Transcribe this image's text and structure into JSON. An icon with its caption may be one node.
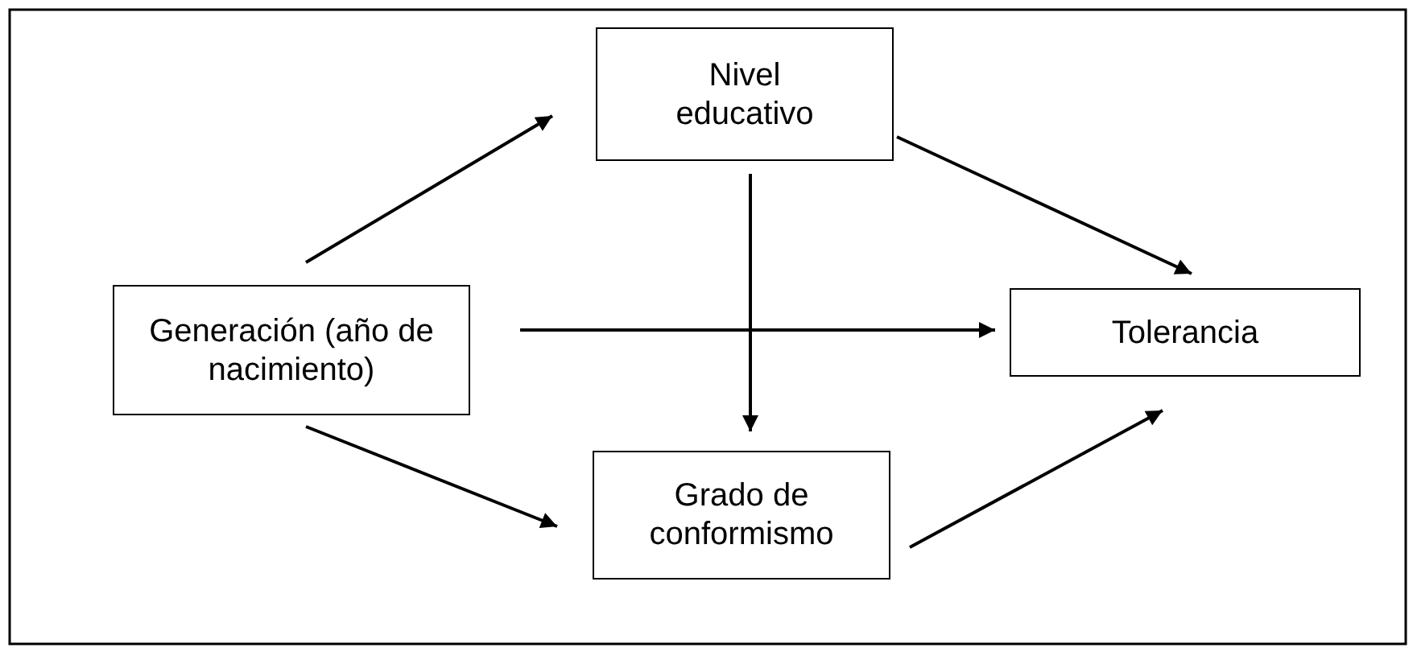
{
  "diagram": {
    "nodes": [
      {
        "text": [
          "Generación (año de nacimiento)"
        ]
      },
      {
        "text": [
          "Nivel educativo"
        ]
      },
      {
        "text": [
          "Tolerancia"
        ]
      },
      {
        "text": [
          "Grado de conformismo"
        ]
      }
    ],
    "edges": [
      {
        "from": 0,
        "to": 1,
        "arrow": "to"
      },
      {
        "from": 0,
        "to": 2,
        "arrow": "to"
      },
      {
        "from": 0,
        "to": 3,
        "arrow": "to"
      },
      {
        "from": 1,
        "to": 2,
        "arrow": "to"
      },
      {
        "from": 1,
        "to": 3,
        "arrow": "to"
      },
      {
        "from": 3,
        "to": 2,
        "arrow": "to"
      }
    ]
  }
}
